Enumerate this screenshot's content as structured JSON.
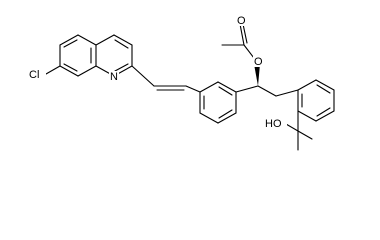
{
  "molecule": {
    "atoms": {
      "chlorine": "Cl",
      "nitrogen": "N",
      "ester_oxygen": "O",
      "carbonyl_oxygen": "O",
      "hydroxyl": "HO"
    },
    "colors": {
      "bonds": "#000000",
      "labels": "#000000",
      "background": "#ffffff"
    }
  }
}
